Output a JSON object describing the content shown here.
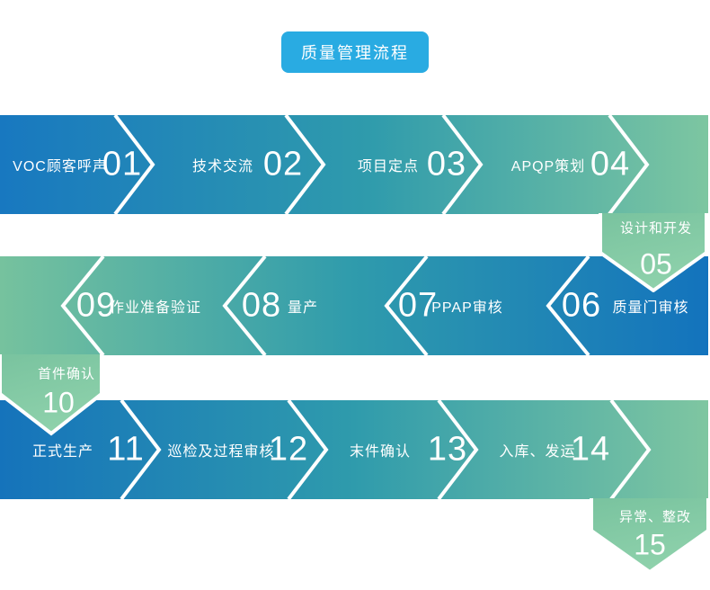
{
  "title": "质量管理流程",
  "colors": {
    "badge_blue": "#29abe2",
    "flow_blue_start": "#1878c0",
    "flow_blue_end": "#1373bd",
    "flow_teal_mid": "#2f9bac",
    "flow_green": "#7dc6a1",
    "connector_green_light": "#8ed1ab",
    "separator_white": "#ffffff"
  },
  "rows": [
    {
      "name": "row-1",
      "direction": "left-to-right",
      "steps": [
        {
          "num": "01",
          "label": "VOC顾客呼声"
        },
        {
          "num": "02",
          "label": "技术交流"
        },
        {
          "num": "03",
          "label": "项目定点"
        },
        {
          "num": "04",
          "label": "APQP策划"
        }
      ]
    },
    {
      "name": "row-2",
      "direction": "right-to-left",
      "steps": [
        {
          "num": "06",
          "label": "质量门审核"
        },
        {
          "num": "07",
          "label": "PPAP审核"
        },
        {
          "num": "08",
          "label": "量产"
        },
        {
          "num": "09",
          "label": "作业准备验证"
        }
      ]
    },
    {
      "name": "row-3",
      "direction": "left-to-right",
      "steps": [
        {
          "num": "11",
          "label": "正式生产"
        },
        {
          "num": "12",
          "label": "巡检及过程审核"
        },
        {
          "num": "13",
          "label": "末件确认"
        },
        {
          "num": "14",
          "label": "入库、发运"
        }
      ]
    }
  ],
  "connectors": [
    {
      "num": "05",
      "label": "设计和开发"
    },
    {
      "num": "10",
      "label": "首件确认"
    },
    {
      "num": "15",
      "label": "异常、整改"
    }
  ]
}
